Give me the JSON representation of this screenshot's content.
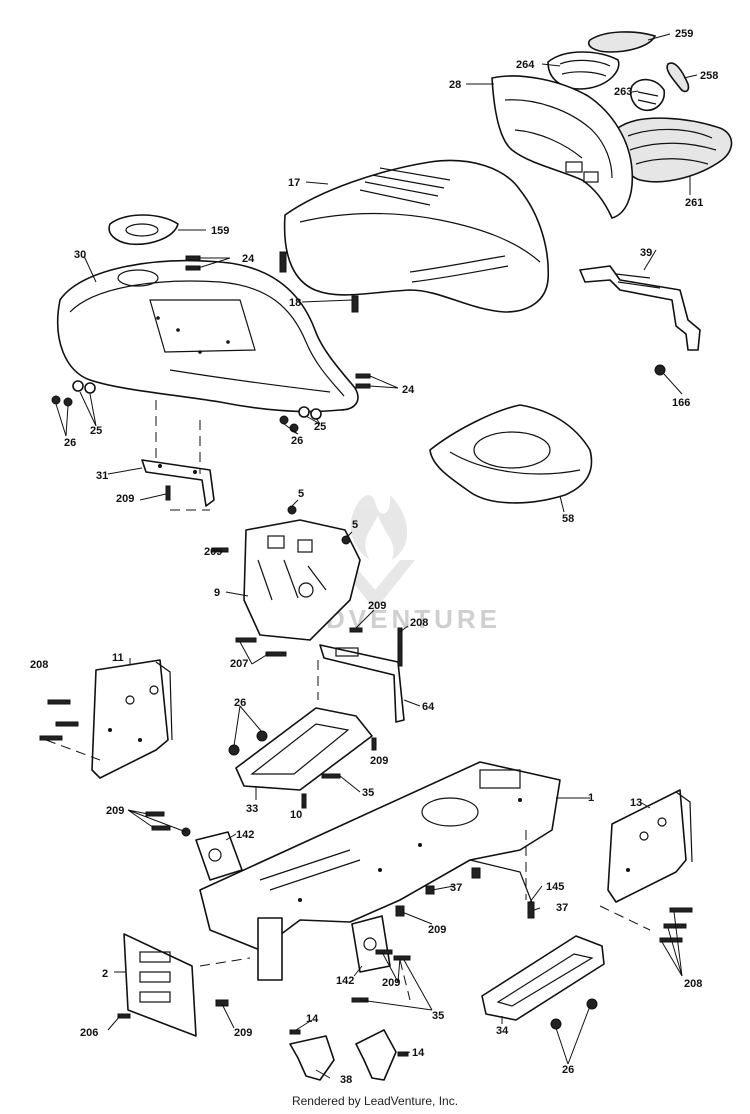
{
  "watermark": {
    "text": "LEADVENTURE"
  },
  "footer": {
    "text": "Rendered by LeadVenture, Inc."
  },
  "callouts": {
    "c259": "259",
    "c264": "264",
    "c258": "258",
    "c28": "28",
    "c263": "263",
    "c261": "261",
    "c17": "17",
    "c159": "159",
    "c24a": "24",
    "c30": "30",
    "c18": "18",
    "c39": "39",
    "c166": "166",
    "c24b": "24",
    "c26a": "26",
    "c25a": "25",
    "c26b": "26",
    "c25b": "25",
    "c58": "58",
    "c31": "31",
    "c209a": "209",
    "c5a": "5",
    "c5b": "5",
    "c209b": "209",
    "c9": "9",
    "c209c": "209",
    "c208a": "208",
    "c207": "207",
    "c208b": "208",
    "c11": "11",
    "c64": "64",
    "c26c": "26",
    "c209d": "209",
    "c35a": "35",
    "c33": "33",
    "c10": "10",
    "c1": "1",
    "c13": "13",
    "c209e": "209",
    "c142a": "142",
    "c145": "145",
    "c37a": "37",
    "c37b": "37",
    "c209f": "209",
    "c2": "2",
    "c142b": "142",
    "c209g": "209",
    "c208c": "208",
    "c35b": "35",
    "c206": "206",
    "c209h": "209",
    "c14a": "14",
    "c34": "34",
    "c14b": "14",
    "c38": "38",
    "c26d": "26"
  }
}
